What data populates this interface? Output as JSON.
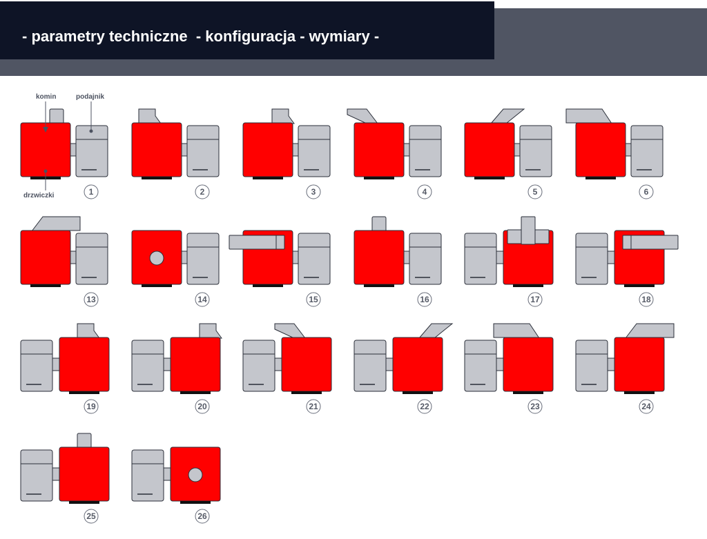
{
  "header": {
    "title": "- parametry techniczne  - konfiguracja - wymiary -"
  },
  "legend": {
    "chimney": "komin",
    "feeder": "podajnik",
    "door": "drzwiczki"
  },
  "colors": {
    "boiler": "#ff0000",
    "feeder": "#c4c6cc",
    "outline": "#2a2e38",
    "header_dark": "#0e1426",
    "header_band": "#505563"
  },
  "configs": [
    {
      "label": "1",
      "feeder_side": "right",
      "chimney": "tall",
      "chimney_pos": "right"
    },
    {
      "label": "2",
      "feeder_side": "right",
      "chimney": "tilt-short",
      "chimney_pos": "left"
    },
    {
      "label": "3",
      "feeder_side": "right",
      "chimney": "tilt-short",
      "chimney_pos": "right"
    },
    {
      "label": "4",
      "feeder_side": "right",
      "chimney": "angled-left",
      "chimney_pos": "left"
    },
    {
      "label": "5",
      "feeder_side": "right",
      "chimney": "angled-right",
      "chimney_pos": "right"
    },
    {
      "label": "6",
      "feeder_side": "right",
      "chimney": "long-flat",
      "chimney_pos": "left"
    },
    {
      "label": "13",
      "feeder_side": "right",
      "chimney": "long-flat-r",
      "chimney_pos": "right"
    },
    {
      "label": "14",
      "feeder_side": "right",
      "chimney": "round",
      "chimney_pos": "center"
    },
    {
      "label": "15",
      "feeder_side": "right",
      "chimney": "horizontal-l",
      "chimney_pos": "left"
    },
    {
      "label": "16",
      "feeder_side": "right",
      "chimney": "tall",
      "chimney_pos": "center"
    },
    {
      "label": "17",
      "feeder_side": "left",
      "chimney": "top-t",
      "chimney_pos": "center"
    },
    {
      "label": "18",
      "feeder_side": "left",
      "chimney": "horizontal-r",
      "chimney_pos": "right"
    },
    {
      "label": "19",
      "feeder_side": "left",
      "chimney": "tilt-short",
      "chimney_pos": "center"
    },
    {
      "label": "20",
      "feeder_side": "left",
      "chimney": "tilt-short",
      "chimney_pos": "right"
    },
    {
      "label": "21",
      "feeder_side": "left",
      "chimney": "angled-left",
      "chimney_pos": "left"
    },
    {
      "label": "22",
      "feeder_side": "left",
      "chimney": "angled-right",
      "chimney_pos": "right"
    },
    {
      "label": "23",
      "feeder_side": "left",
      "chimney": "long-flat",
      "chimney_pos": "left"
    },
    {
      "label": "24",
      "feeder_side": "left",
      "chimney": "long-flat-r",
      "chimney_pos": "right"
    },
    {
      "label": "25",
      "feeder_side": "left",
      "chimney": "tall",
      "chimney_pos": "center"
    },
    {
      "label": "26",
      "feeder_side": "left",
      "chimney": "round",
      "chimney_pos": "center"
    }
  ]
}
